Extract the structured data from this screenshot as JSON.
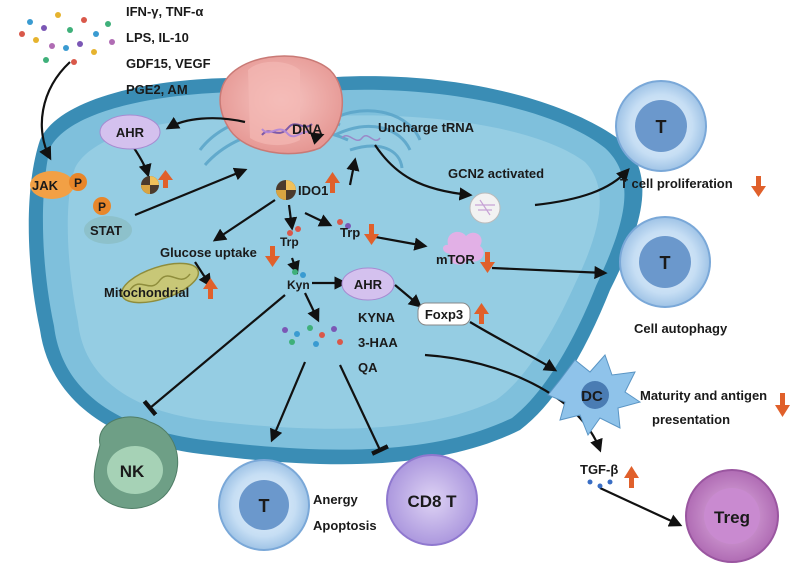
{
  "stimuli": {
    "line1": "IFN-γ,  TNF-α",
    "line2": "LPS,  IL-10",
    "line3": "GDF15,  VEGF",
    "line4": "PGE2,  AM"
  },
  "nucleus": {
    "dna_label": "DNA"
  },
  "pathway": {
    "ahr_top": "AHR",
    "jak": "JAK",
    "p": "P",
    "stat": "STAT",
    "ido1": "IDO1",
    "uncharge_trna": "Uncharge tRNA",
    "gcn2": "GCN2 activated",
    "glucose": "Glucose uptake",
    "mito": "Mitochondrial",
    "trp1": "Trp",
    "trp2": "Trp",
    "kyn": "Kyn",
    "ahr_mid": "AHR",
    "mtor": "mTOR",
    "foxp3": "Foxp3",
    "kyna": "KYNA",
    "haa": "3-HAA",
    "qa": "QA",
    "tgf": "TGF-β"
  },
  "cells": {
    "t1": "T",
    "t1_caption": "T cell proliferation",
    "t2": "T",
    "t2_caption": "Cell autophagy",
    "dc": "DC",
    "dc_caption_1": "Maturity and antigen",
    "dc_caption_2": "presentation",
    "nk": "NK",
    "t3": "T",
    "t3_caption_1": "Anergy",
    "t3_caption_2": "Apoptosis",
    "cd8": "CD8 T",
    "treg": "Treg"
  },
  "colors": {
    "cytoplasm": "#7fc0dc",
    "cell_outline": "#3a8db5",
    "up_arrow": "#e0602b",
    "down_arrow": "#e0602b",
    "ahr_fill": "#d4c1ee",
    "jak_fill": "#f2a045",
    "t_cell": "#7aa8d8",
    "nk_cell": "#6e9f86",
    "cd8_cell": "#a996d9",
    "treg_cell": "#b06cb4"
  }
}
